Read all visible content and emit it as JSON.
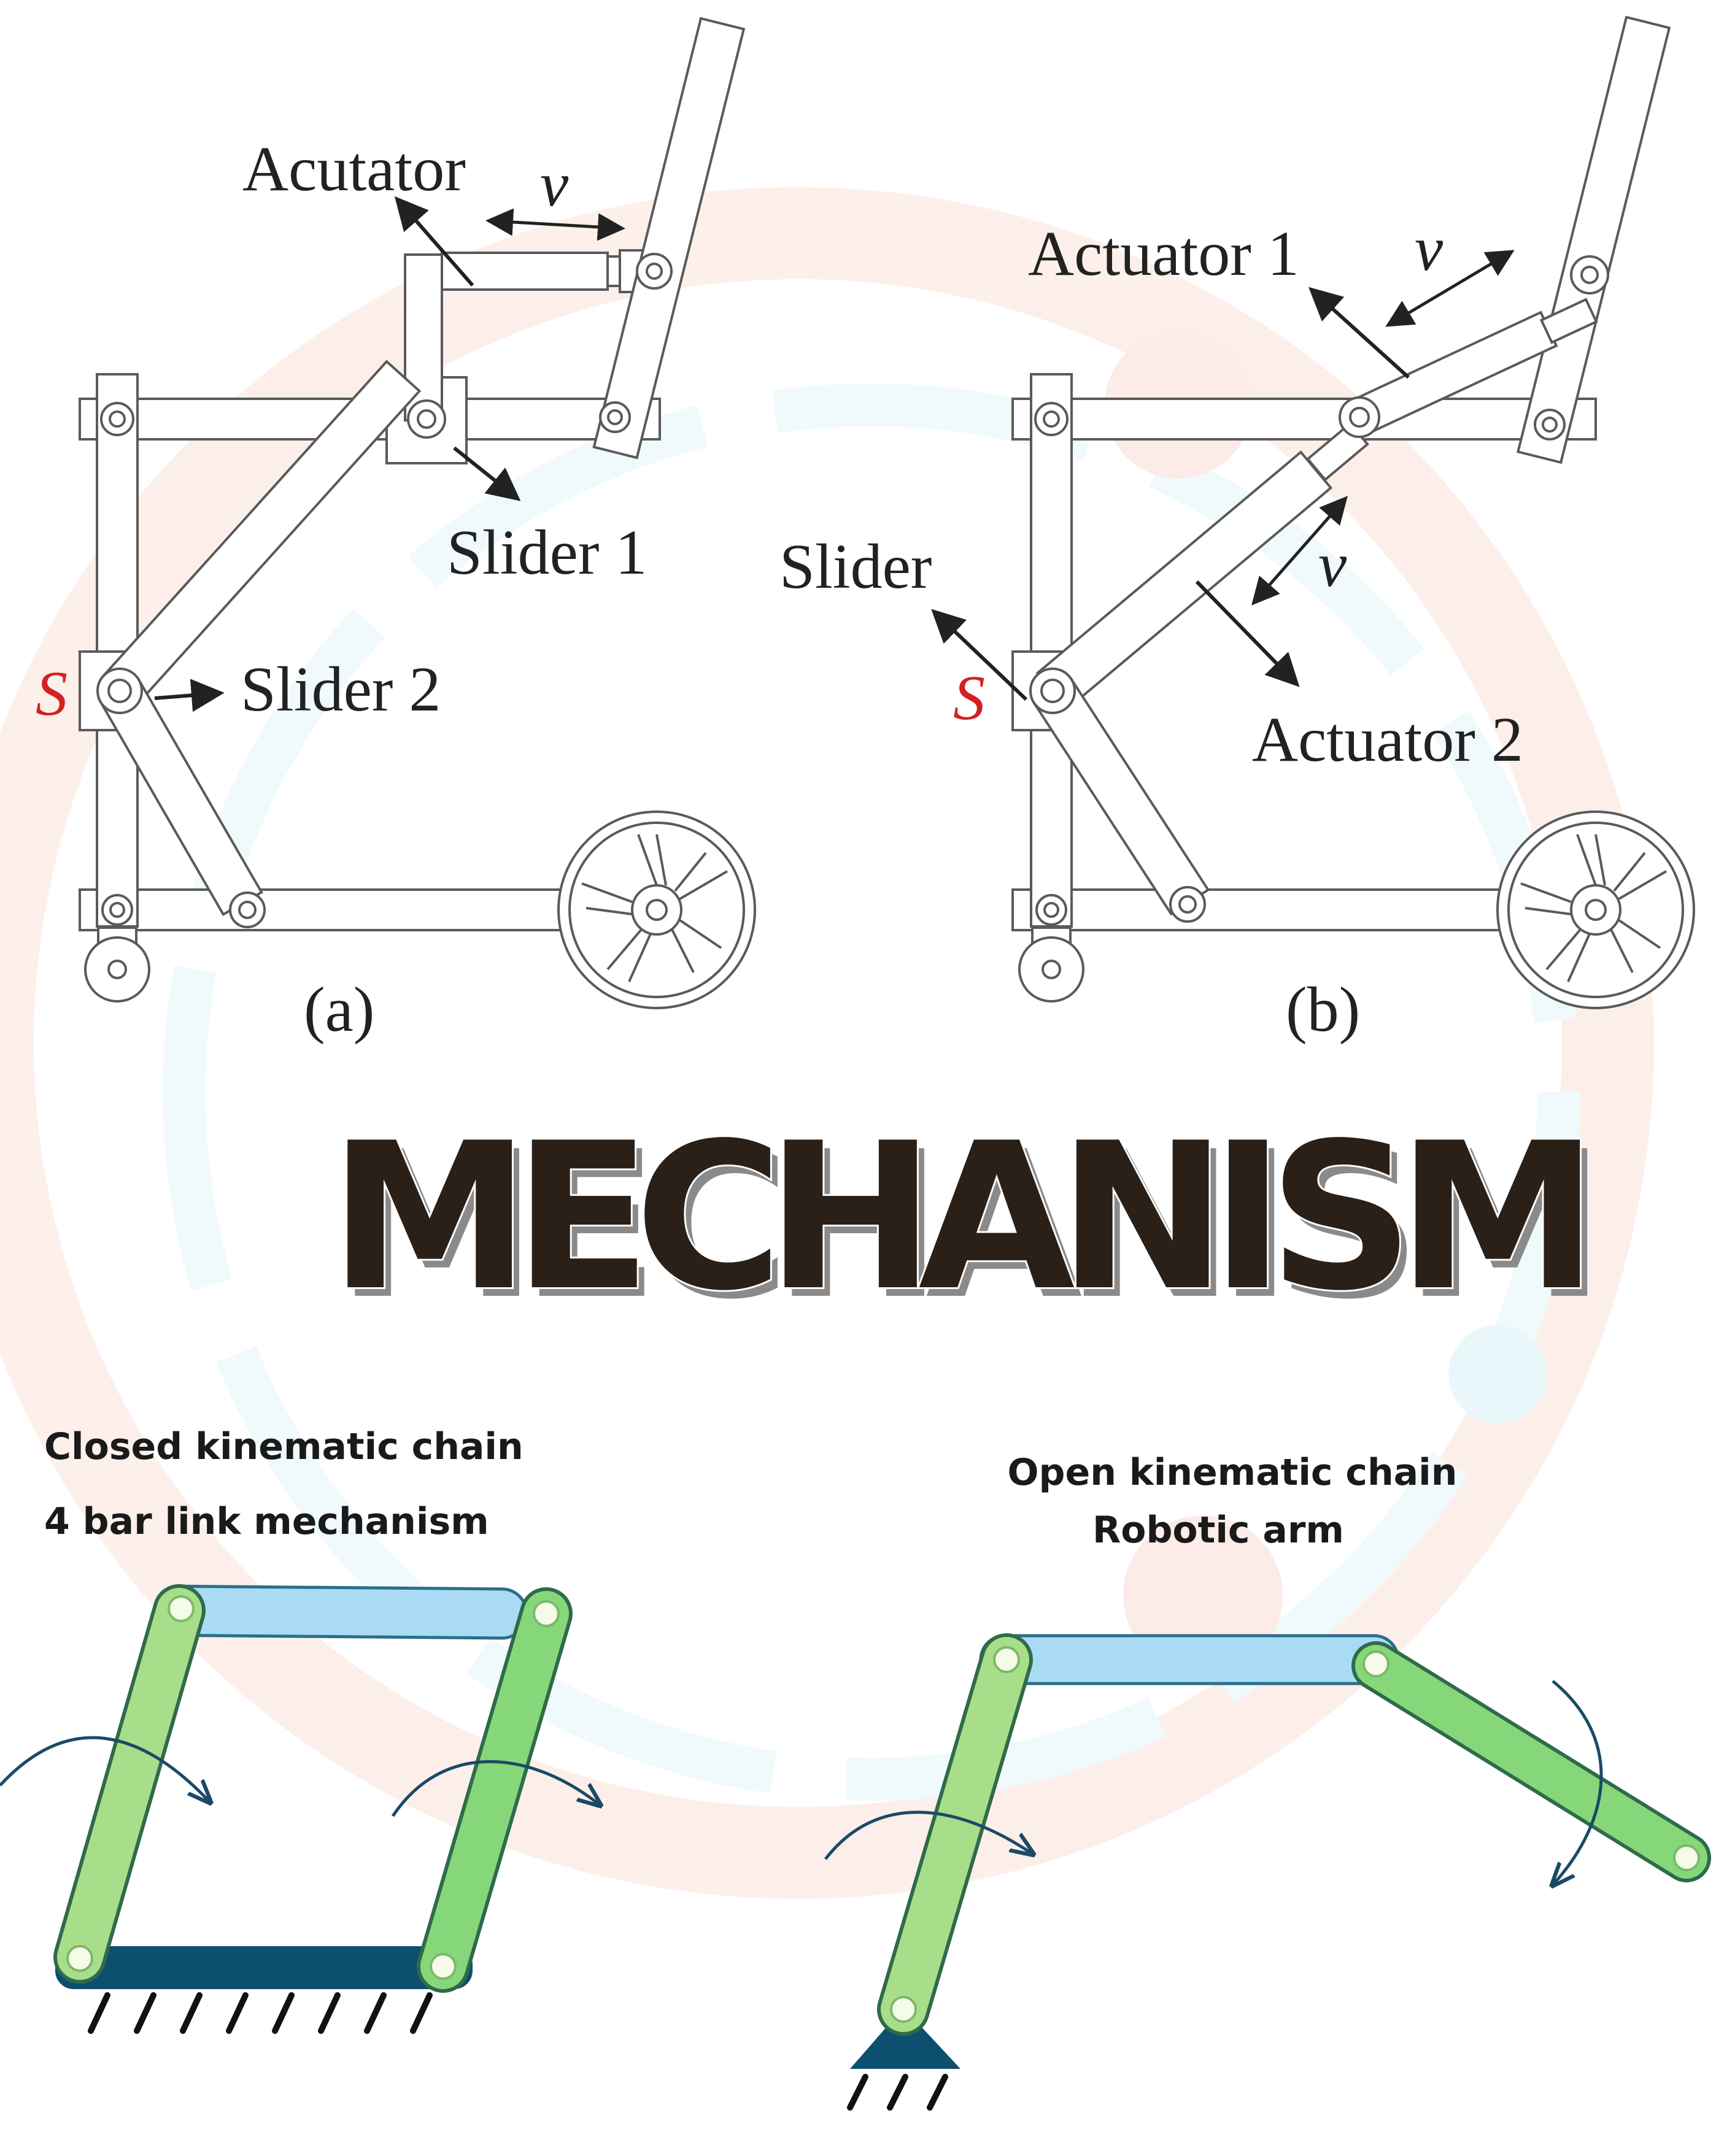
{
  "figure_a": {
    "labels": {
      "actuator": "Acutator",
      "velocity": "v",
      "slider1": "Slider 1",
      "slider2": "Slider 2",
      "point": "S",
      "caption": "(a)"
    }
  },
  "figure_b": {
    "labels": {
      "actuator1": "Actuator 1",
      "velocity1": "v",
      "velocity2": "v",
      "slider": "Slider",
      "actuator2": "Actuator 2",
      "point": "S",
      "caption": "(b)"
    }
  },
  "banner": {
    "title": "MECHANISM"
  },
  "closed_chain": {
    "title": "Closed kinematic chain",
    "subtitle": "4 bar link mechanism"
  },
  "open_chain": {
    "title": "Open kinematic chain",
    "subtitle": "Robotic arm"
  },
  "colors": {
    "light_green": "#a8dd8a",
    "green": "#86d77a",
    "light_blue": "#a9dcf4",
    "dark_navy": "#0d4f6e",
    "red_label": "#d42020",
    "banner_dark": "#2a2018",
    "banner_shadow": "#8a8a8a"
  }
}
